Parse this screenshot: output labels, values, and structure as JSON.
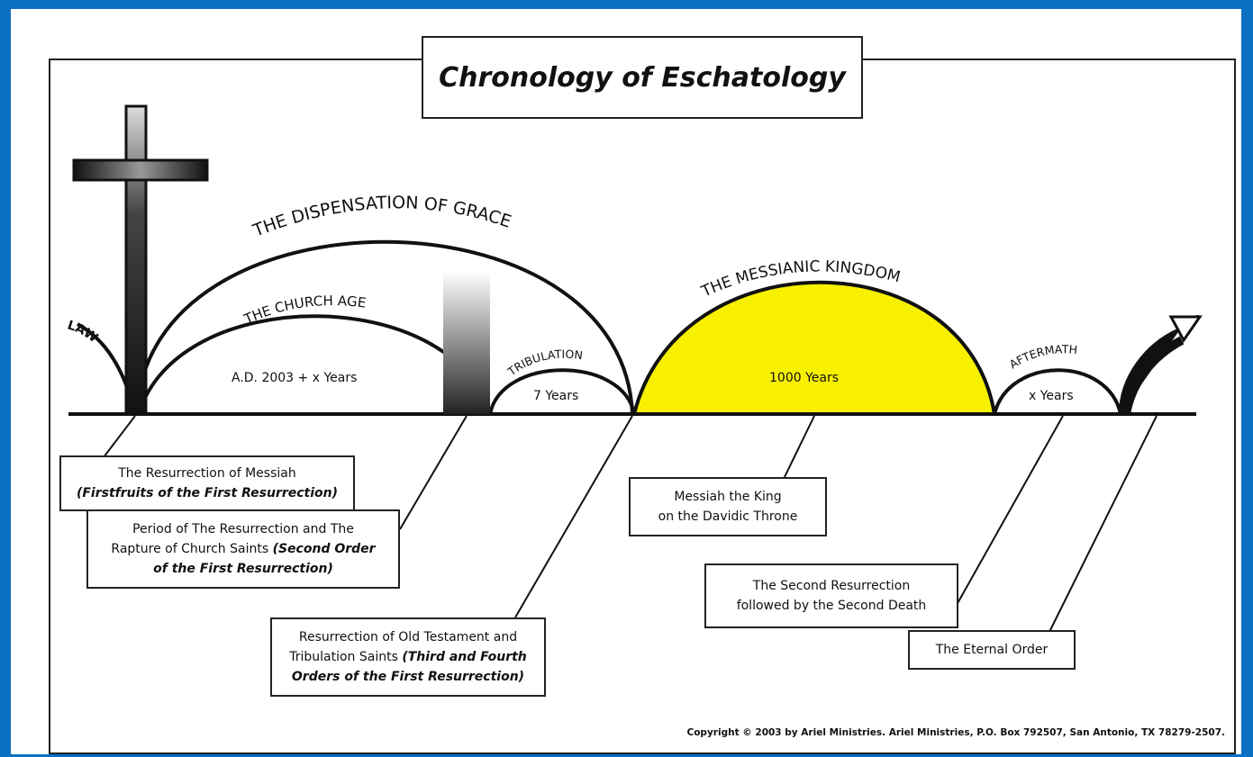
{
  "title": "Chronology of Eschatology",
  "arcs": {
    "law": "LAW",
    "dispensation": "THE DISPENSATION OF GRACE",
    "church_age": "THE CHURCH AGE",
    "church_age_years": "A.D. 2003 + x Years",
    "tribulation": "TRIBULATION",
    "tribulation_years": "7 Years",
    "kingdom": "THE MESSIANIC KINGDOM",
    "kingdom_years": "1000 Years",
    "aftermath": "AFTERMATH",
    "aftermath_years": "x Years"
  },
  "notes": {
    "resurrection_messiah": {
      "line1": "The Resurrection of Messiah",
      "line2": "(Firstfruits of the First Resurrection)"
    },
    "rapture": {
      "line1": "Period of The Resurrection and The",
      "line2a": "Rapture of Church Saints ",
      "line2b": "(Second Order",
      "line3": "of the First Resurrection)"
    },
    "ot_saints": {
      "line1": "Resurrection of Old Testament and",
      "line2a": "Tribulation Saints ",
      "line2b": "(Third and Fourth",
      "line3": "Orders of the First Resurrection)"
    },
    "messiah_king": {
      "line1": "Messiah the King",
      "line2": "on the Davidic Throne"
    },
    "second_resurrection": {
      "line1": "The Second Resurrection",
      "line2": "followed by the Second Death"
    },
    "eternal_order": {
      "line1": "The Eternal Order"
    }
  },
  "copyright": "Copyright © 2003 by Ariel Ministries. Ariel Ministries, P.O. Box 792507, San Antonio, TX 78279-2507.",
  "colors": {
    "kingdom_fill": "#f7f000",
    "background": "#0b6fc4",
    "ink": "#111111"
  }
}
